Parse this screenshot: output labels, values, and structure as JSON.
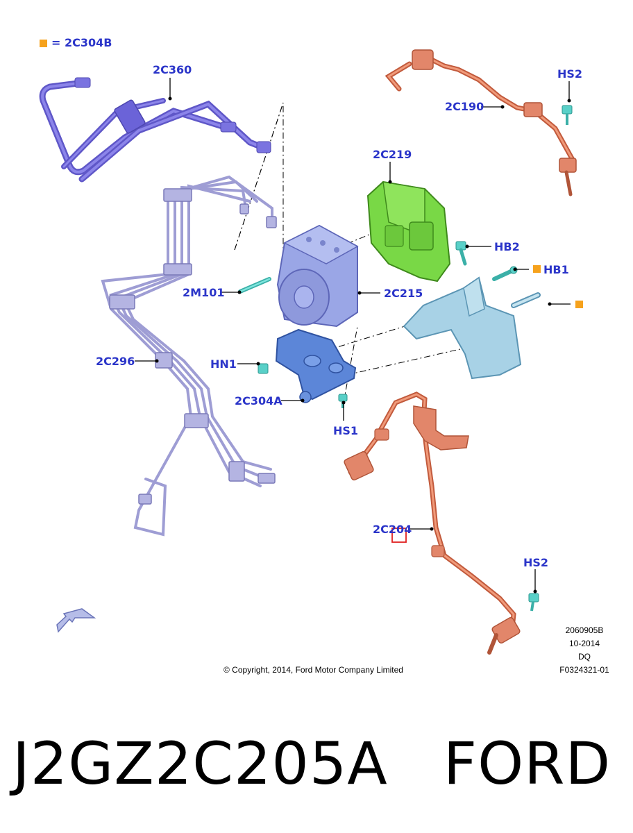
{
  "legend": {
    "equals": "= 2C304B",
    "swatch_color": "#f6a21c"
  },
  "callouts": {
    "c_2c360": "2C360",
    "c_hs2_top": "HS2",
    "c_2c190": "2C190",
    "c_2c219": "2C219",
    "c_hb2": "HB2",
    "c_hb1": "HB1",
    "c_2m101": "2M101",
    "c_2c215": "2C215",
    "c_2c296": "2C296",
    "c_hn1": "HN1",
    "c_2c304a": "2C304A",
    "c_hs1": "HS1",
    "c_2c204": "2C204",
    "c_hs2_bottom": "HS2"
  },
  "meta": {
    "ref_1": "2060905B",
    "ref_2": "10-2014",
    "ref_3": "DQ",
    "ref_4": "F0324321-01",
    "copyright": "© Copyright, 2014, Ford Motor Company Limited"
  },
  "footer": {
    "part_number": "J2GZ2C205A",
    "brand": "FORD"
  },
  "colors": {
    "label_blue": "#2b35c9",
    "hose_purple": "#6b63d8",
    "lines_lavender": "#a9a8d8",
    "module_green": "#7bd84a",
    "block_blue": "#8f9ce0",
    "bracket_teal": "#9fcbe0",
    "sensor_orange": "#e2866a",
    "bolt_cyan": "#59d0c8",
    "highlight_red": "#e02020"
  }
}
